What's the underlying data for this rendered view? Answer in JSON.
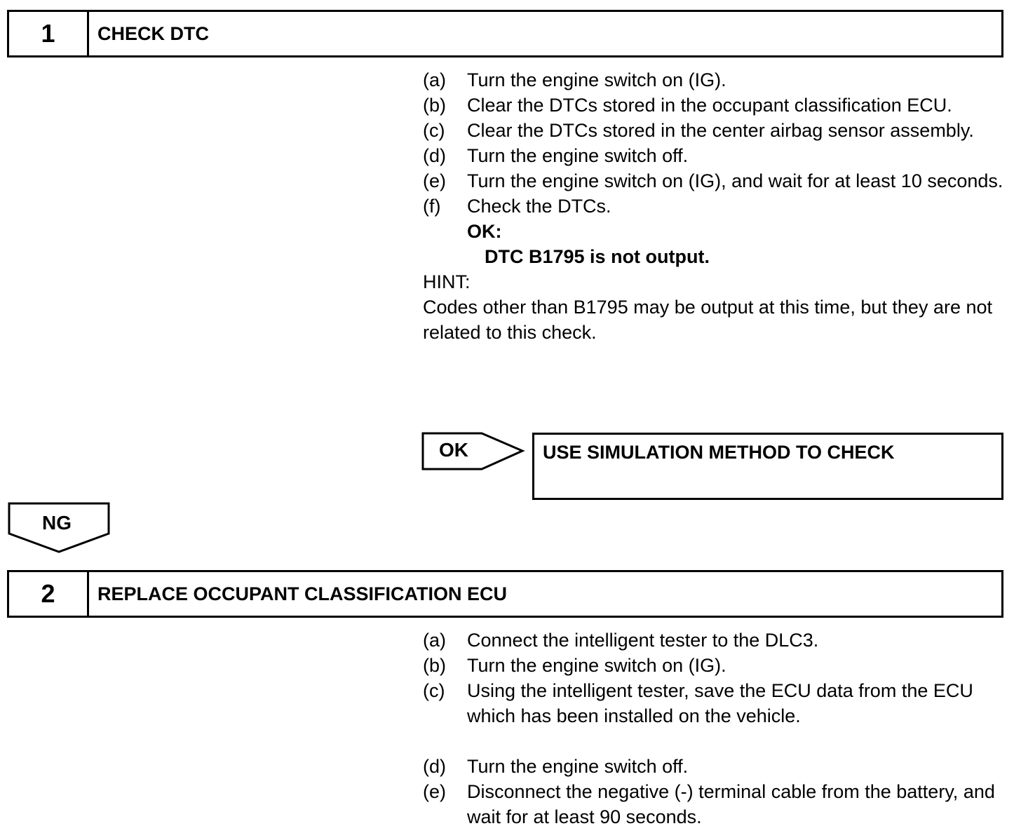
{
  "step1": {
    "number": "1",
    "title": "CHECK DTC",
    "items": [
      {
        "label": "(a)",
        "text": "Turn the engine switch on (IG)."
      },
      {
        "label": "(b)",
        "text": "Clear the DTCs stored in the occupant classification ECU."
      },
      {
        "label": "(c)",
        "text": "Clear the DTCs stored in the center airbag sensor assembly."
      },
      {
        "label": "(d)",
        "text": "Turn the engine switch off."
      },
      {
        "label": "(e)",
        "text": "Turn the engine switch on (IG), and wait for at least 10 seconds."
      },
      {
        "label": "(f)",
        "text": "Check the DTCs."
      }
    ],
    "ok_label": "OK:",
    "ok_value": "DTC B1795 is not output.",
    "hint_label": "HINT:",
    "hint_text": "Codes other than B1795 may be output at this time, but they are not related to this check."
  },
  "ok_arrow_label": "OK",
  "ok_result": "USE SIMULATION METHOD TO CHECK",
  "ng_arrow_label": "NG",
  "step2": {
    "number": "2",
    "title": "REPLACE OCCUPANT CLASSIFICATION ECU",
    "items": [
      {
        "label": "(a)",
        "text": "Connect the intelligent tester to the DLC3."
      },
      {
        "label": "(b)",
        "text": "Turn the engine switch on (IG)."
      },
      {
        "label": "(c)",
        "text": "Using the intelligent tester, save the ECU data from the ECU which has been installed on the vehicle."
      },
      {
        "label": "(d)",
        "text": "Turn the engine switch off."
      },
      {
        "label": "(e)",
        "text": "Disconnect the negative (-) terminal cable from the battery, and wait for at least 90 seconds."
      }
    ]
  }
}
